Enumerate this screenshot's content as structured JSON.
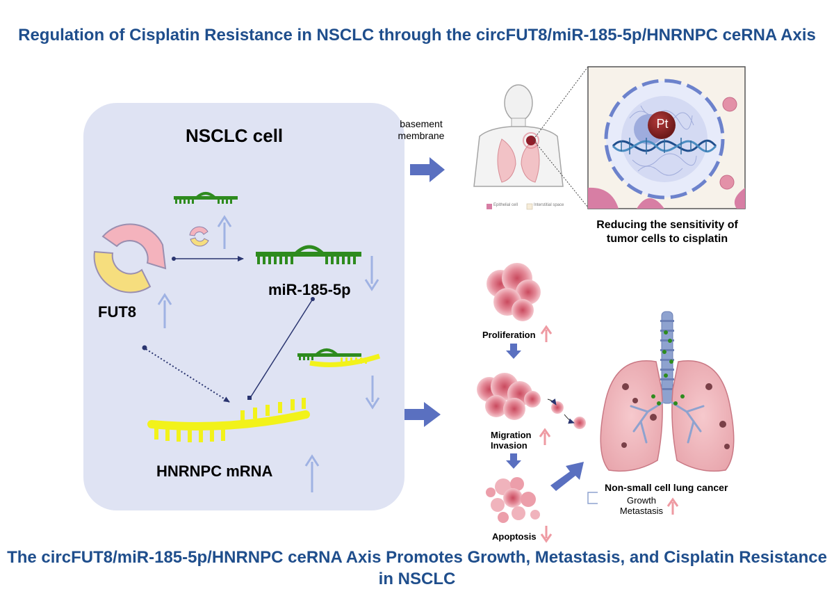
{
  "title_top": "Regulation of Cisplatin Resistance in NSCLC through the circFUT8/miR-185-5p/HNRNPC ceRNA Axis",
  "title_bottom": "The circFUT8/miR-185-5p/HNRNPC ceRNA Axis Promotes Growth, Metastasis, and Cisplatin Resistance in NSCLC",
  "cell_panel": {
    "title": "NSCLC cell",
    "fut8": "FUT8",
    "mir": "miR-185-5p",
    "hnrnpc": "HNRNPC mRNA"
  },
  "top_right": {
    "bm_line1": "basement",
    "bm_line2": "membrane",
    "legend_epithelial": "Epithelial cell",
    "legend_interstitial": "Interstitial space",
    "pt": "Pt",
    "caption_line1": "Reducing the sensitivity of",
    "caption_line2": "tumor cells to cisplatin"
  },
  "bottom_right": {
    "proliferation": "Proliferation",
    "migration": "Migration",
    "invasion": "Invasion",
    "apoptosis": "Apoptosis",
    "nsclc": "Non-small cell lung cancer",
    "growth": "Growth",
    "metastasis": "Metastasis"
  },
  "colors": {
    "title": "#1f4e8c",
    "panel_fill": "#dfe3f3",
    "mirna_green": "#2e8b1e",
    "mrna_yellow": "#f2f21a",
    "arrow_blue": "#5a70c0",
    "up_light_blue": "#9fb2e3",
    "up_pink": "#ee9aa2",
    "tumor_pink": "#e89aa5"
  }
}
